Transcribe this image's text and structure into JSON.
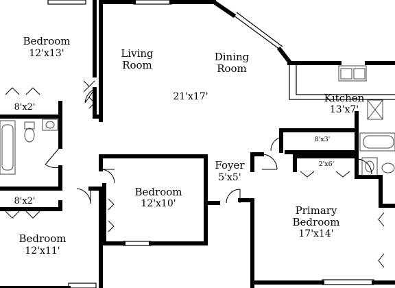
{
  "rooms": {
    "bedroom_top_left": {
      "name": "Bedroom",
      "dims": "12'x13'"
    },
    "living": {
      "name_line1": "Living",
      "name_line2": "Room"
    },
    "dining": {
      "name_line1": "Dining",
      "name_line2": "Room"
    },
    "living_dining_dims": "21'x17'",
    "kitchen": {
      "name": "Kitchen",
      "dims": "13'x7'"
    },
    "closet_top_left": {
      "dims": "8'x2'"
    },
    "closet_mid_left": {
      "dims": "8'x2'"
    },
    "bedroom_bottom_left": {
      "name": "Bedroom",
      "dims": "12'x11'"
    },
    "bedroom_center": {
      "name": "Bedroom",
      "dims": "12'x10'"
    },
    "foyer": {
      "name": "Foyer",
      "dims": "5'x5'"
    },
    "closet_right_upper": {
      "dims": "8'x3'"
    },
    "closet_right_small": {
      "dims": "2'x6'"
    },
    "primary_bedroom": {
      "name_line1": "Primary",
      "name_line2": "Bedroom",
      "dims": "17'x14'"
    }
  },
  "colors": {
    "wall": "#000000",
    "background": "#ffffff",
    "fixture": "#444444"
  }
}
